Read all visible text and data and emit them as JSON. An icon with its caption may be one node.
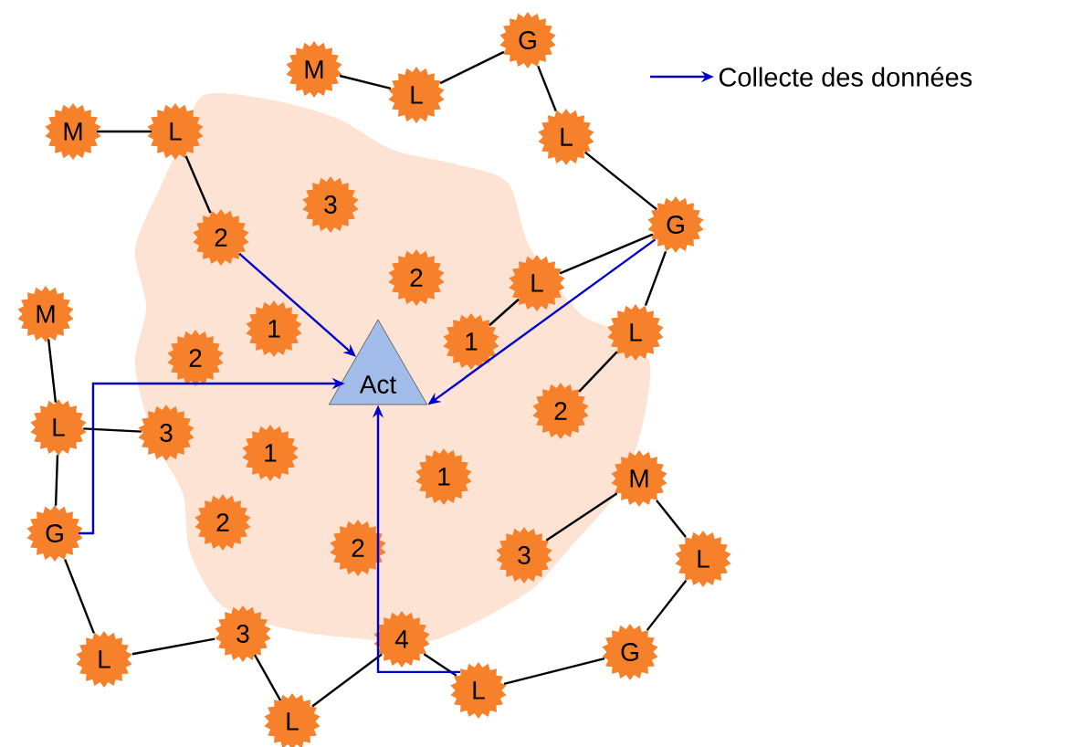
{
  "diagram": {
    "nodes": [
      {
        "text": [
          "M"
        ]
      },
      {
        "text": [
          "L"
        ]
      },
      {
        "text": [
          "G"
        ]
      },
      {
        "text": [
          "M"
        ]
      },
      {
        "text": [
          "L"
        ]
      },
      {
        "text": [
          "L"
        ]
      },
      {
        "text": [
          "3"
        ]
      },
      {
        "text": [
          "2"
        ]
      },
      {
        "text": [
          "G"
        ]
      },
      {
        "text": [
          "2"
        ]
      },
      {
        "text": [
          "L"
        ]
      },
      {
        "text": [
          "M"
        ]
      },
      {
        "text": [
          "1"
        ]
      },
      {
        "text": [
          "L"
        ]
      },
      {
        "text": [
          "2"
        ]
      },
      {
        "text": [
          "1"
        ]
      },
      {
        "text": [
          "Act"
        ]
      },
      {
        "text": [
          "2"
        ]
      },
      {
        "text": [
          "L"
        ]
      },
      {
        "text": [
          "3"
        ]
      },
      {
        "text": [
          "1"
        ]
      },
      {
        "text": [
          "1"
        ]
      },
      {
        "text": [
          "M"
        ]
      },
      {
        "text": [
          "G"
        ]
      },
      {
        "text": [
          "2"
        ]
      },
      {
        "text": [
          "2"
        ]
      },
      {
        "text": [
          "3"
        ]
      },
      {
        "text": [
          "L"
        ]
      },
      {
        "text": [
          "L"
        ]
      },
      {
        "text": [
          "3"
        ]
      },
      {
        "text": [
          "4"
        ]
      },
      {
        "text": [
          "G"
        ]
      },
      {
        "text": [
          "L"
        ]
      },
      {
        "text": [
          "L"
        ]
      }
    ],
    "edges": [
      {
        "from": 0,
        "to": 1,
        "arrow": "none"
      },
      {
        "from": 1,
        "to": 2,
        "arrow": "none"
      },
      {
        "from": 2,
        "to": 5,
        "arrow": "none"
      },
      {
        "from": 5,
        "to": 8,
        "arrow": "none"
      },
      {
        "from": 8,
        "to": 10,
        "arrow": "none"
      },
      {
        "from": 10,
        "to": 15,
        "arrow": "none"
      },
      {
        "from": 8,
        "to": 13,
        "arrow": "none"
      },
      {
        "from": 13,
        "to": 17,
        "arrow": "none"
      },
      {
        "from": 3,
        "to": 4,
        "arrow": "none"
      },
      {
        "from": 4,
        "to": 7,
        "arrow": "none"
      },
      {
        "from": 11,
        "to": 18,
        "arrow": "none"
      },
      {
        "from": 18,
        "to": 19,
        "arrow": "none"
      },
      {
        "from": 18,
        "to": 23,
        "arrow": "none"
      },
      {
        "from": 23,
        "to": 28,
        "arrow": "none"
      },
      {
        "from": 28,
        "to": 29,
        "arrow": "none"
      },
      {
        "from": 29,
        "to": 33,
        "arrow": "none"
      },
      {
        "from": 33,
        "to": 30,
        "arrow": "none"
      },
      {
        "from": 30,
        "to": 32,
        "arrow": "none"
      },
      {
        "from": 32,
        "to": 31,
        "arrow": "none"
      },
      {
        "from": 31,
        "to": 27,
        "arrow": "none"
      },
      {
        "from": 27,
        "to": 22,
        "arrow": "none"
      },
      {
        "from": 22,
        "to": 26,
        "arrow": "none"
      },
      {
        "from": 7,
        "to": 16,
        "arrow": "to",
        "color": "#0000cc"
      },
      {
        "from": 8,
        "to": 16,
        "arrow": "to",
        "color": "#0000cc"
      },
      {
        "from": 23,
        "to": 16,
        "arrow": "to",
        "color": "#0000cc"
      },
      {
        "from": 32,
        "to": 16,
        "arrow": "to",
        "color": "#0000cc"
      }
    ],
    "legend": [
      {
        "text": "Collecte des données"
      }
    ]
  }
}
